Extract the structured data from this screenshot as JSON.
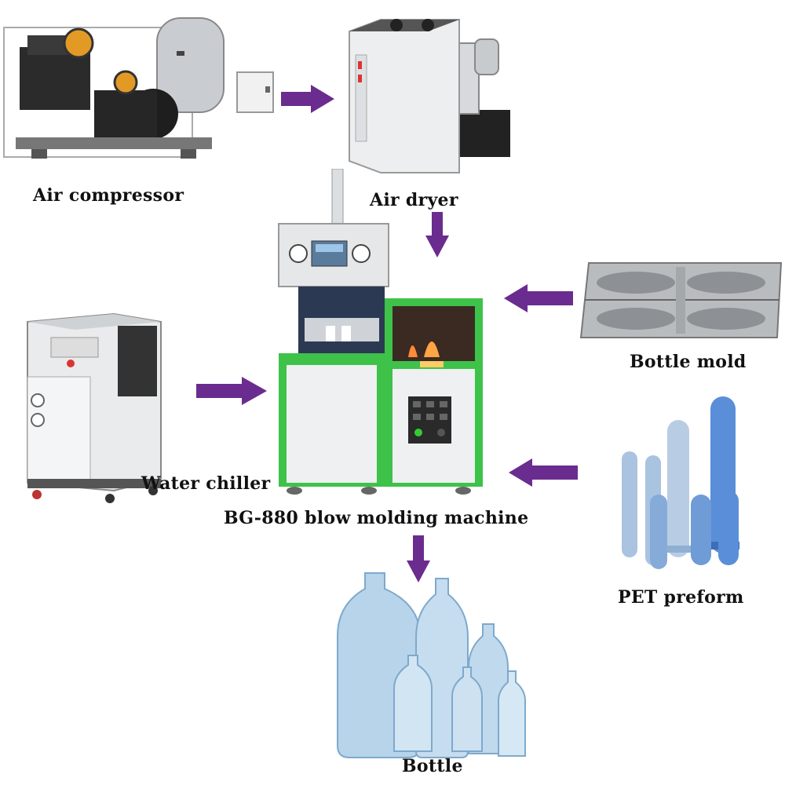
{
  "labels": {
    "air_compressor": "Air compressor",
    "air_dryer": "Air dryer",
    "bottle_mold": "Bottle mold",
    "water_chiller": "Water chiller",
    "machine": "BG-880 blow molding machine",
    "pet_preform": "PET preform",
    "bottle": "Bottle"
  },
  "colors": {
    "arrow": "#6a2c8e",
    "machine_frame": "#3ec24a",
    "machine_panel": "#e8e8e8",
    "preform_blue": "#5a8ed8",
    "bottle_blue": "#b7d4ea"
  }
}
